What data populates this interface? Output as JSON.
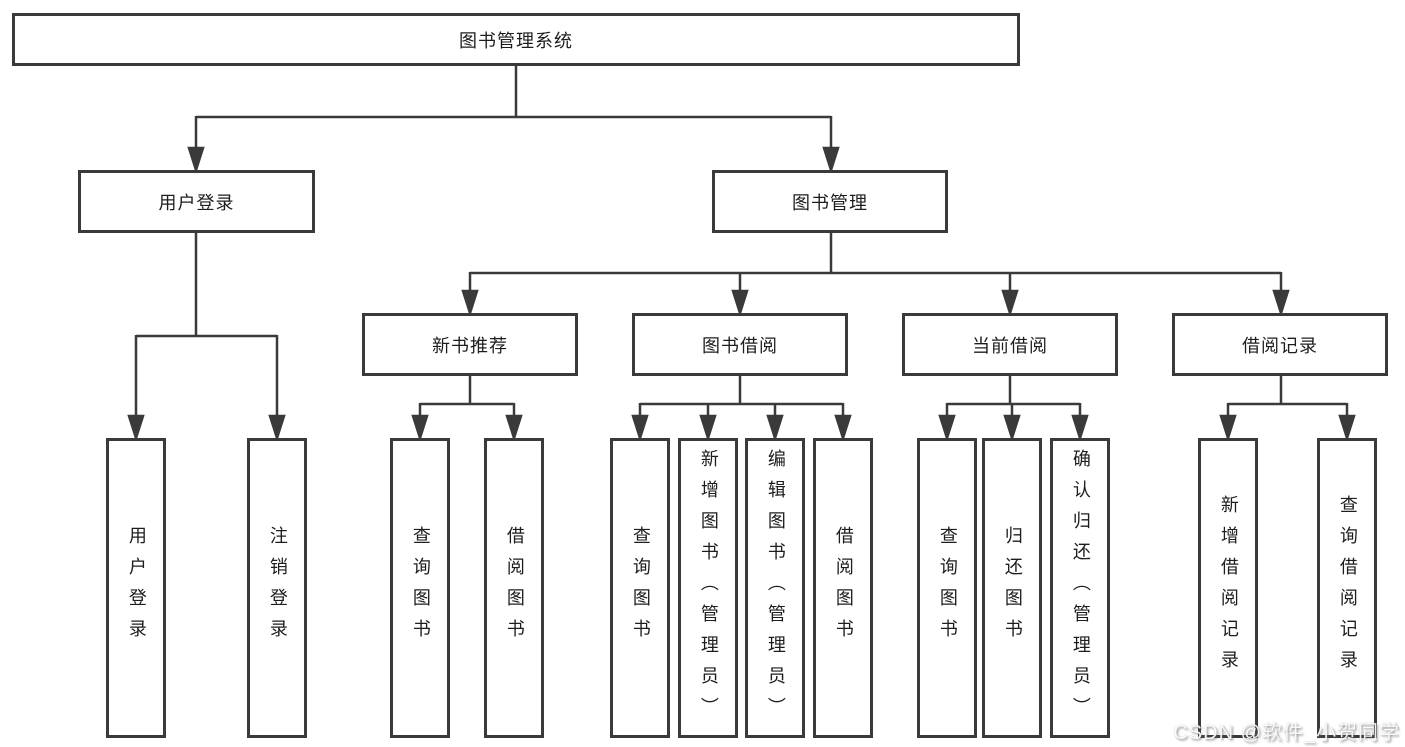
{
  "diagram": {
    "root": {
      "label": "图书管理系统"
    },
    "level2": [
      {
        "label": "用户登录"
      },
      {
        "label": "图书管理"
      }
    ],
    "level3": [
      {
        "label": "新书推荐"
      },
      {
        "label": "图书借阅"
      },
      {
        "label": "当前借阅"
      },
      {
        "label": "借阅记录"
      }
    ],
    "leaves": [
      {
        "label": "用户登录"
      },
      {
        "label": "注销登录"
      },
      {
        "label": "查询图书"
      },
      {
        "label": "借阅图书"
      },
      {
        "label": "查询图书"
      },
      {
        "label": "新增图书（管理员）"
      },
      {
        "label": "编辑图书（管理员）"
      },
      {
        "label": "借阅图书"
      },
      {
        "label": "查询图书"
      },
      {
        "label": "归还图书"
      },
      {
        "label": "确认归还（管理员）"
      },
      {
        "label": "新增借阅记录"
      },
      {
        "label": "查询借阅记录"
      }
    ]
  },
  "watermark": {
    "text": "CSDN @软件_小贺同学"
  },
  "colors": {
    "line": "#3a3a3a",
    "text": "#1d1d1d",
    "background": "#ffffff"
  }
}
